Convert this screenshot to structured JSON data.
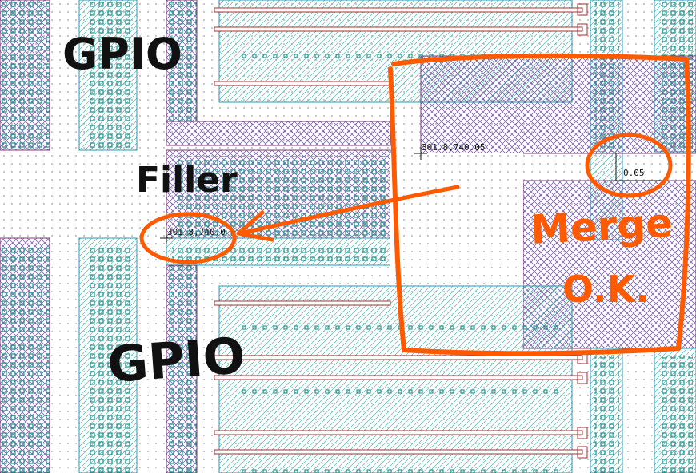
{
  "coords": {
    "upper": "301.8,740.05",
    "lower": "301.8,740.0"
  },
  "dimension_label": "0.05",
  "annotations": {
    "gpio_top": "GPIO",
    "gpio_bottom": "GPIO",
    "filler": "Filler",
    "merge_line1": "Merge",
    "merge_line2": "O.K."
  },
  "colors": {
    "purple_outline": "#7a3d7a",
    "purple_hatch": "#5a3a8a",
    "teal_outline": "#2b97b8",
    "teal_hatch": "#3fb0a8",
    "via_teal": "#1f8c8c",
    "red_rail": "#a03030",
    "annotation_orange": "#ff5a00",
    "annotation_black": "#111111",
    "grid": "#c8c8c8"
  }
}
